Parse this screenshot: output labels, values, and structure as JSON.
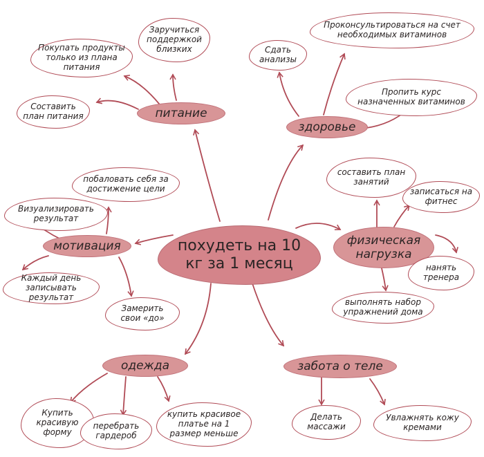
{
  "center": "похудеть на 10 кг за 1 месяц",
  "branches": {
    "nutrition": "питание",
    "health": "здоровье",
    "motivation": "мотивация",
    "fitness": "физическая нагрузка",
    "clothes": "одежда",
    "body_care": "забота о теле"
  },
  "leaves": {
    "buy_products": "Покупать продукты только из плана питания",
    "get_support": "Заручиться поддержкой близких",
    "make_plan": "Составить план питания",
    "take_tests": "Сдать анализы",
    "consult_vitamins": "Проконсультироваться на счет необходимых витаминов",
    "drink_vitamins": "Пропить курс назначенных витаминов",
    "reward_self": "побаловать себя за достижение цели",
    "visualize": "Визуализировать результат",
    "daily_record": "Каждый день записывать результат",
    "measure": "Замерить свои «до»",
    "schedule": "составить план занятий",
    "sign_up_fitness": "записаться на фитнес",
    "hire_trainer": "нанять тренера",
    "home_exercises": "выполнять набор упражнений дома",
    "buy_beautiful": "Купить красивую форму",
    "sort_wardrobe": "перебрать гардероб",
    "buy_dress": "купить красивое платье на 1 размер меньше",
    "massage": "Делать массажи",
    "moisturize": "Увлажнять кожу кремами"
  },
  "colors": {
    "line": "#b04a55",
    "branch_fill": "#d89597",
    "center_fill": "#d4848a"
  }
}
